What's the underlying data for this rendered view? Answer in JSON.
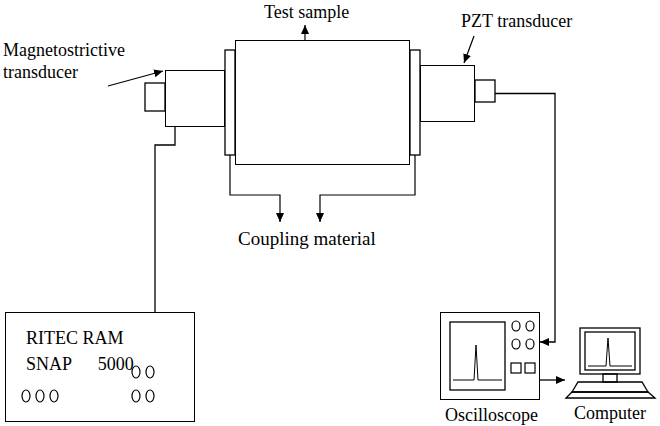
{
  "diagram": {
    "nodes": [
      {
        "text": [
          "Magnetostrictive transducer"
        ]
      },
      {
        "text": [
          "Test sample"
        ]
      },
      {
        "text": [
          "PZT transducer"
        ]
      },
      {
        "text": [
          "RITEC RAM",
          "SNAP 5000"
        ]
      },
      {
        "text": [
          "Oscilloscope"
        ]
      },
      {
        "text": [
          "Computer"
        ]
      }
    ],
    "edges": [
      {
        "from": 3,
        "to": 0,
        "arrow": "none"
      },
      {
        "from": 2,
        "to": 4,
        "arrow": "to"
      },
      {
        "from": 4,
        "to": 5,
        "arrow": "to"
      }
    ],
    "labels": [
      "Coupling material"
    ]
  }
}
